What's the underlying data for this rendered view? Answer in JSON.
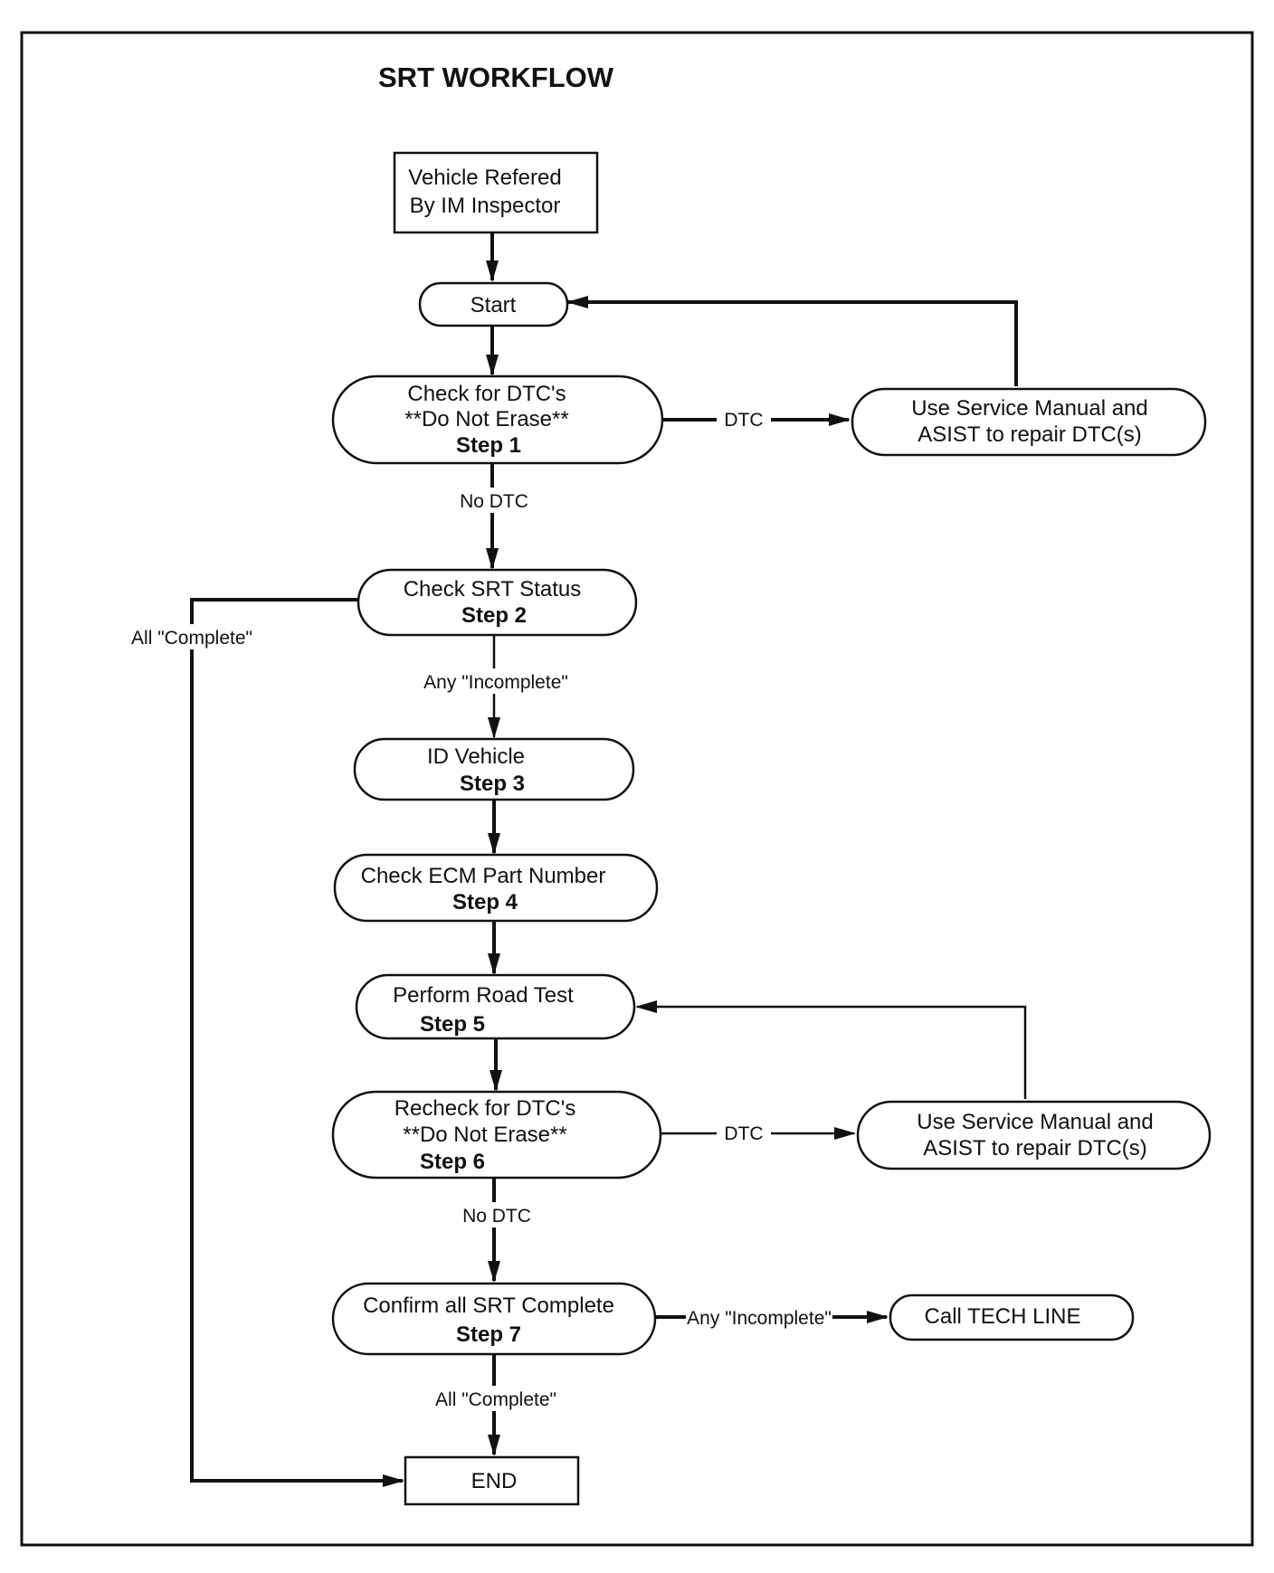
{
  "title": "SRT WORKFLOW",
  "nodes": {
    "referral": {
      "lines": [
        "Vehicle Refered",
        "By IM Inspector"
      ]
    },
    "start": {
      "lines": [
        "Start"
      ]
    },
    "step1": {
      "lines": [
        "Check for DTC's",
        "**Do Not Erase**"
      ],
      "step": "Step 1"
    },
    "repair1": {
      "lines": [
        "Use Service Manual and",
        "ASIST to repair DTC(s)"
      ]
    },
    "step2": {
      "lines": [
        "Check SRT Status"
      ],
      "step": "Step 2"
    },
    "step3": {
      "lines": [
        "ID Vehicle"
      ],
      "step": "Step 3"
    },
    "step4": {
      "lines": [
        "Check ECM Part Number"
      ],
      "step": "Step 4"
    },
    "step5": {
      "lines": [
        "Perform Road Test"
      ],
      "step": "Step 5"
    },
    "step6": {
      "lines": [
        "Recheck for DTC's",
        "**Do Not Erase**"
      ],
      "step": "Step 6"
    },
    "repair2": {
      "lines": [
        "Use Service Manual and",
        "ASIST to repair DTC(s)"
      ]
    },
    "step7": {
      "lines": [
        "Confirm all SRT Complete"
      ],
      "step": "Step 7"
    },
    "techline": {
      "lines": [
        "Call TECH LINE"
      ]
    },
    "end": {
      "lines": [
        "END"
      ]
    }
  },
  "edge_labels": {
    "step1_dtc": "DTC",
    "step1_no_dtc": "No DTC",
    "step2_all_complete": "All \"Complete\"",
    "step2_any_incomplete": "Any \"Incomplete\"",
    "step6_dtc": "DTC",
    "step6_no_dtc": "No DTC",
    "step7_any_incomplete": "Any \"Incomplete\"",
    "step7_all_complete": "All \"Complete\""
  }
}
